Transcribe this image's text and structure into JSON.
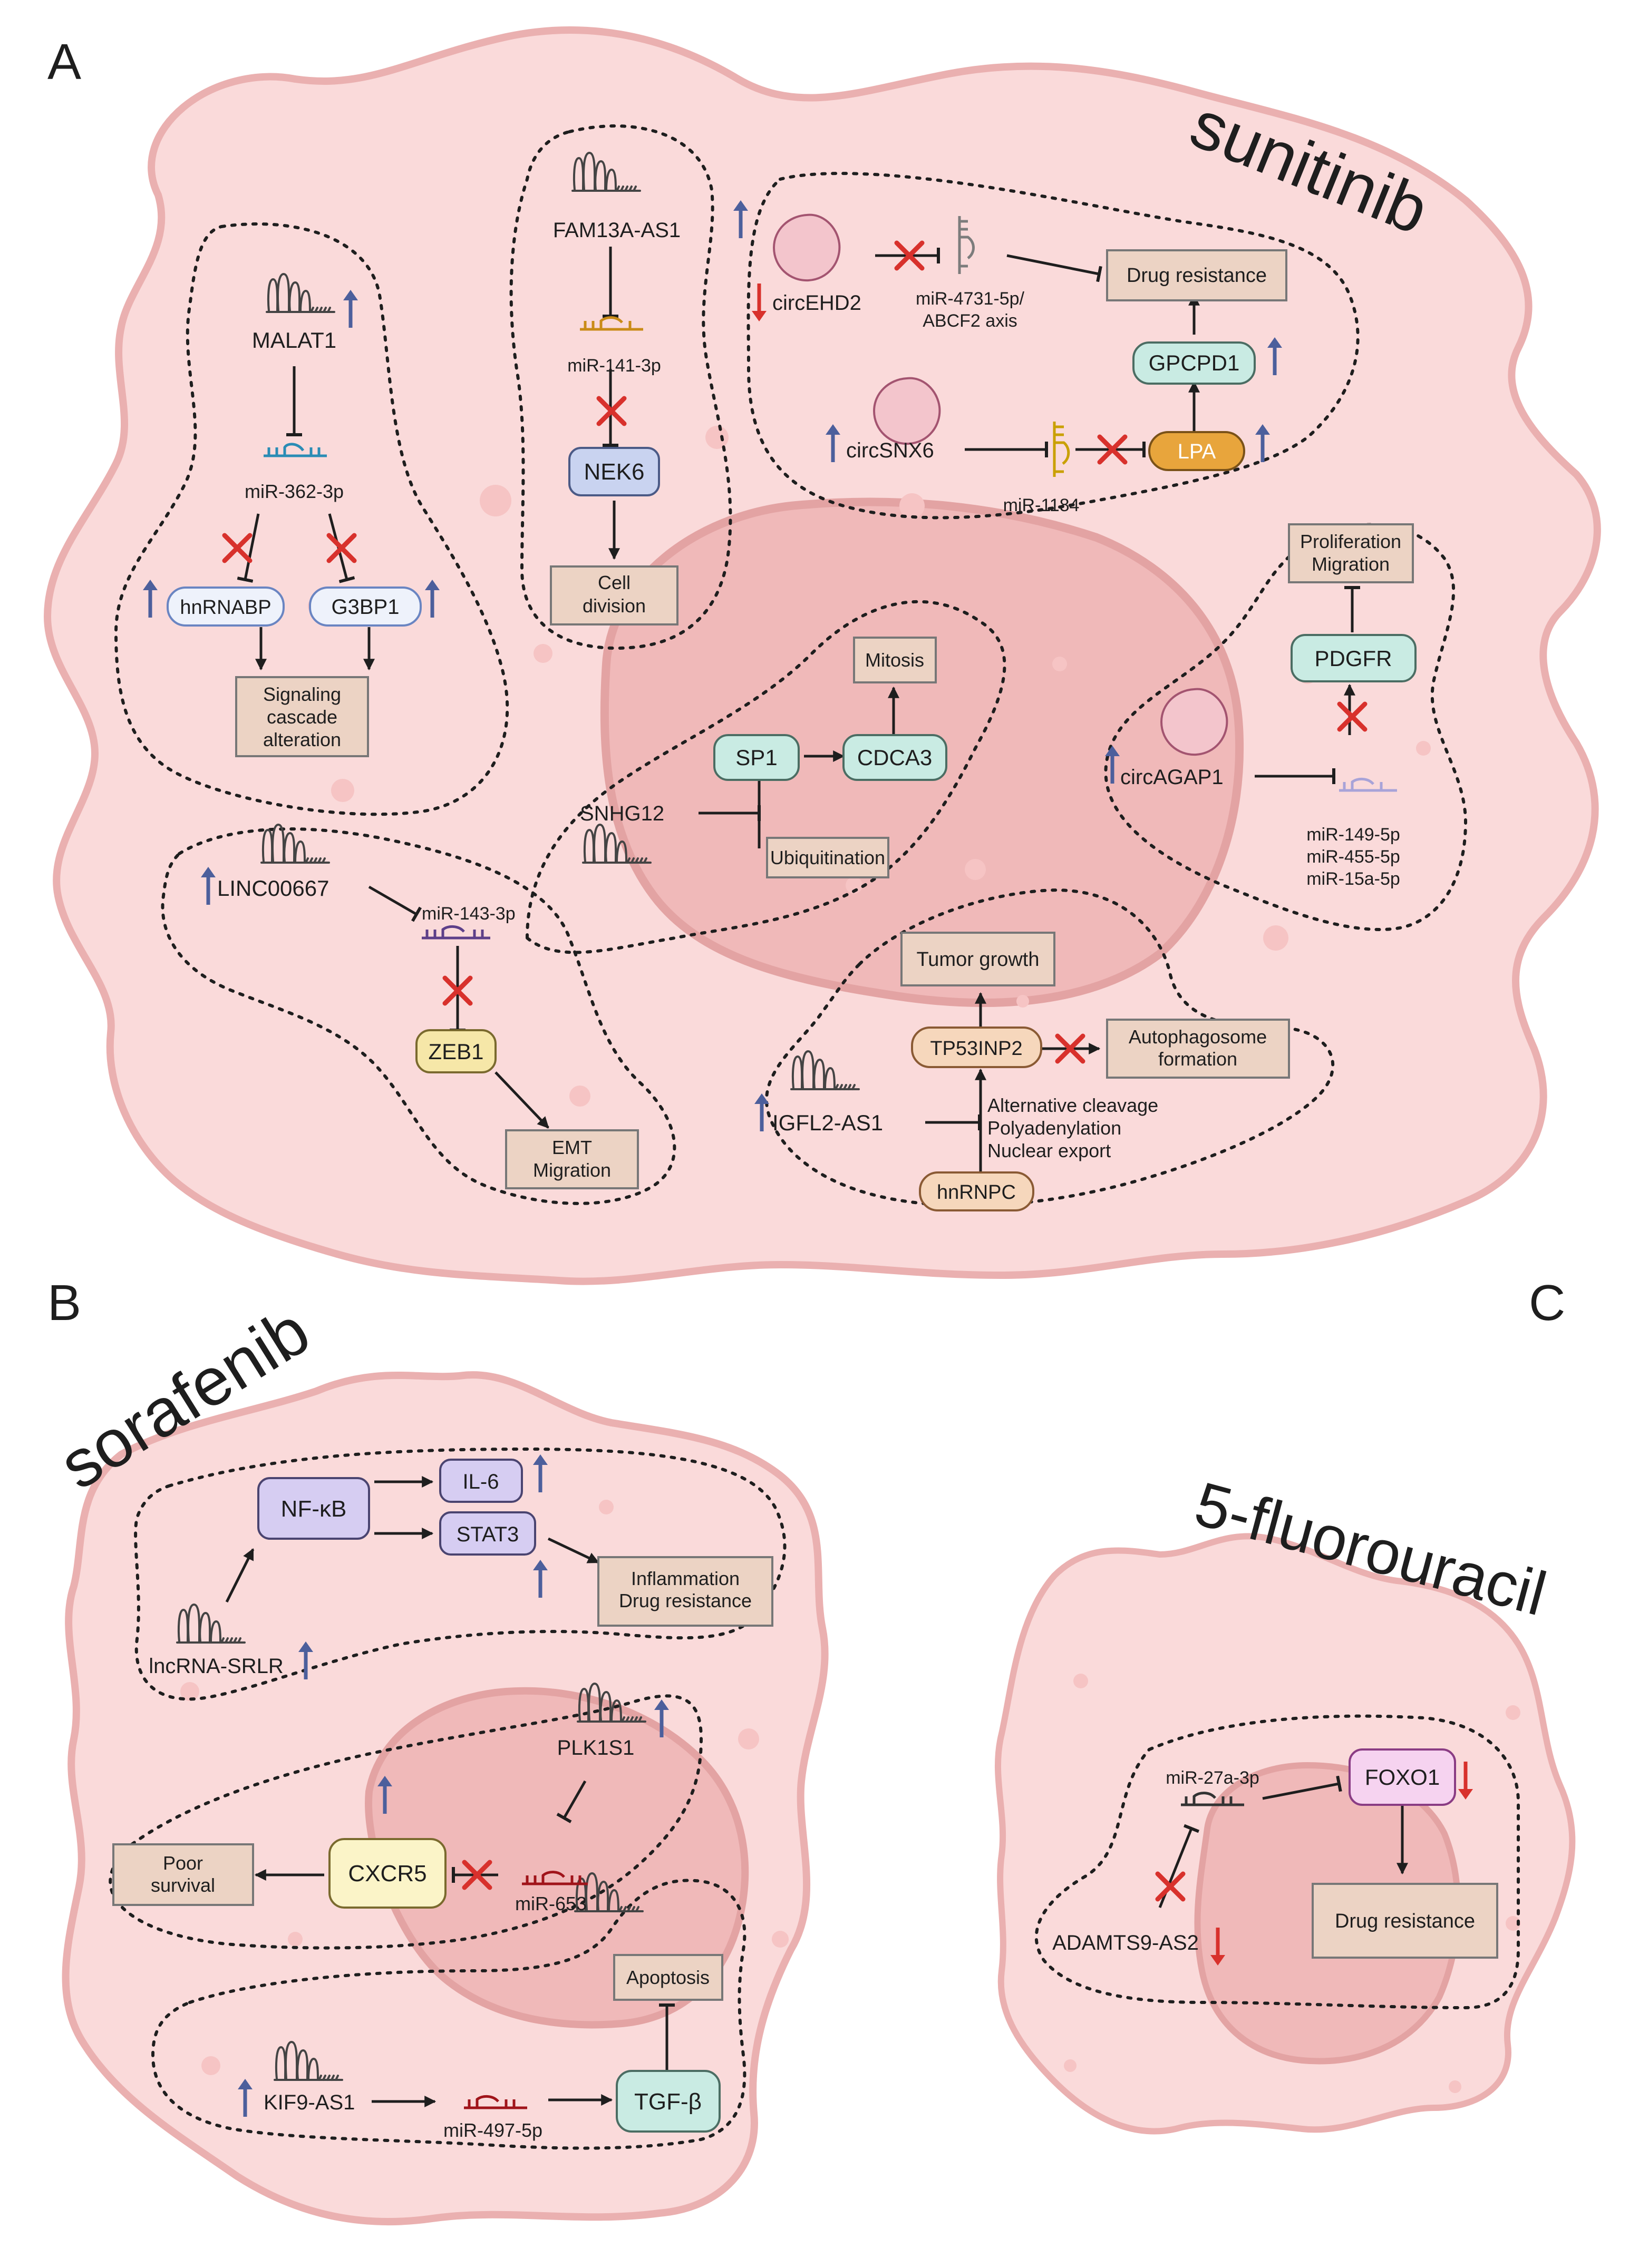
{
  "panels": {
    "a": "A",
    "b": "B",
    "c": "C"
  },
  "drugs": {
    "sunitinib": "sunitinib",
    "sorafenib": "sorafenib",
    "fluorouracil": "5-fluorouracil"
  },
  "colors": {
    "cell": "#fadada",
    "cell_outline": "#eab0b0",
    "nucleus": "#f0b9b9",
    "up_arrow": "#4c5f9c",
    "down_arrow": "#d8312c",
    "block_cross": "#d8312c",
    "box_effect": "#ecd3c4",
    "node_teal": "#c9ebe3",
    "node_blue": "#c9d3f0",
    "node_yellow": "#f6e7a8",
    "node_orange": "#f6d7bc",
    "node_lpa": "#e8a53c",
    "node_violet": "#d6cdf2",
    "node_cxcr5": "#fbf4c8",
    "node_foxo1": "#f6d3f0"
  },
  "a": {
    "malat1": "MALAT1",
    "mir362": "miR-362-3p",
    "hnrnabp": "hnRNABP",
    "g3bp1": "G3BP1",
    "signaling": [
      "Signaling",
      "cascade",
      "alteration"
    ],
    "fam13a": "FAM13A-AS1",
    "mir141": "miR-141-3p",
    "nek6": "NEK6",
    "cell_division": [
      "Cell",
      "division"
    ],
    "circehd2": "circEHD2",
    "mir4731": [
      "miR-4731-5p/",
      "ABCF2 axis"
    ],
    "drug_resistance": "Drug resistance",
    "gpcpd1": "GPCPD1",
    "circsnx6": "circSNX6",
    "mir1184": "miR-1184",
    "lpa": "LPA",
    "prolif": [
      "Proliferation",
      "Migration"
    ],
    "pdgfr": "PDGFR",
    "circagap1": "circAGAP1",
    "mir_multi": [
      "miR-149-5p",
      "miR-455-5p",
      "miR-15a-5p"
    ],
    "mitosis": "Mitosis",
    "sp1": "SP1",
    "cdca3": "CDCA3",
    "snhg12": "SNHG12",
    "ubiq": "Ubiquitination",
    "linc00667": "LINC00667",
    "mir143": "miR-143-3p",
    "zeb1": "ZEB1",
    "emt": [
      "EMT",
      "Migration"
    ],
    "tumor_growth": "Tumor growth",
    "tp53inp2": "TP53INP2",
    "autophago": [
      "Autophagosome",
      "formation"
    ],
    "igfl2": "IGFL2-AS1",
    "processes": [
      "Alternative cleavage",
      "Polyadenylation",
      "Nuclear export"
    ],
    "hnrnpc": "hnRNPC"
  },
  "b": {
    "nfkb": "NF-κB",
    "il6": "IL-6",
    "stat3": "STAT3",
    "inflam": [
      "Inflammation",
      "Drug resistance"
    ],
    "srlr": "lncRNA-SRLR",
    "plk1s1": "PLK1S1",
    "poor": [
      "Poor",
      "survival"
    ],
    "cxcr5": "CXCR5",
    "mir653": "miR-653",
    "apoptosis": "Apoptosis",
    "kif9": "KIF9-AS1",
    "mir497": "miR-497-5p",
    "tgfb": "TGF-β"
  },
  "c": {
    "mir27a": "miR-27a-3p",
    "foxo1": "FOXO1",
    "adamts9": "ADAMTS9-AS2",
    "drug_resistance": "Drug resistance"
  }
}
